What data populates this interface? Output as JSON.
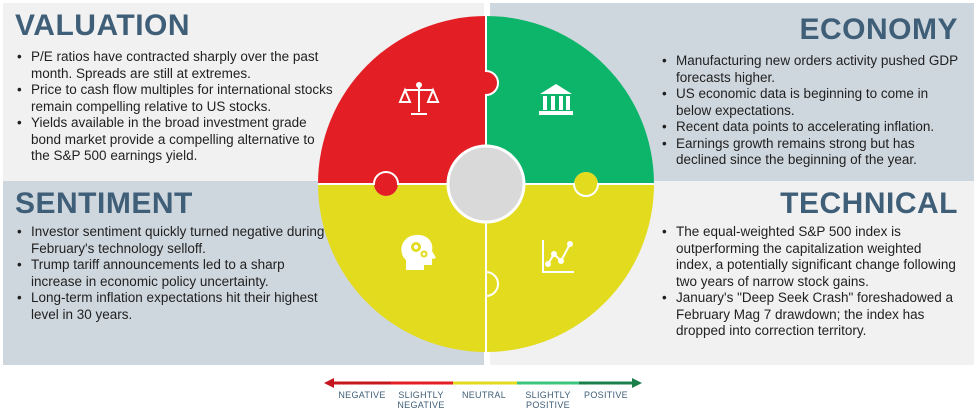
{
  "valuation": {
    "title": "VALUATION",
    "bullets": [
      "P/E ratios have contracted sharply over the past month. Spreads are still at extremes.",
      "Price to cash flow multiples for international stocks remain compelling relative to US stocks.",
      "Yields available in the broad investment grade bond market provide a compelling alternative to the S&P 500 earnings yield."
    ],
    "icon": "scales-icon",
    "color": "#e31e24"
  },
  "economy": {
    "title": "ECONOMY",
    "bullets": [
      "Manufacturing new orders activity pushed GDP forecasts higher.",
      "US economic data is beginning to come in below expectations.",
      "Recent data points to accelerating inflation.",
      "Earnings growth remains strong but has declined since the beginning of the year."
    ],
    "icon": "bank-icon",
    "color": "#0db56a"
  },
  "sentiment": {
    "title": "SENTIMENT",
    "bullets": [
      "Investor sentiment quickly turned negative during February's technology selloff.",
      "Trump tariff announcements led to a sharp increase in economic policy uncertainty.",
      "Long-term inflation expectations hit their highest level in 30 years."
    ],
    "icon": "head-gears-icon",
    "color": "#e3db1e"
  },
  "technical": {
    "title": "TECHNICAL",
    "bullets": [
      "The equal-weighted S&P 500 index is outperforming the capitalization weighted index, a potentially significant change following two years of narrow stock gains.",
      "January's \"Deep Seek Crash\" foreshadowed a February Mag 7 drawdown; the index has dropped into correction territory."
    ],
    "icon": "line-chart-icon",
    "color": "#e3db1e"
  },
  "legend": {
    "labels": [
      "NEGATIVE",
      "SLIGHTLY NEGATIVE",
      "NEUTRAL",
      "SLIGHTLY POSITIVE",
      "POSITIVE"
    ],
    "colors": [
      "#c4161c",
      "#e31e24",
      "#e3db1e",
      "#3dc47e",
      "#1a7f4a"
    ]
  }
}
